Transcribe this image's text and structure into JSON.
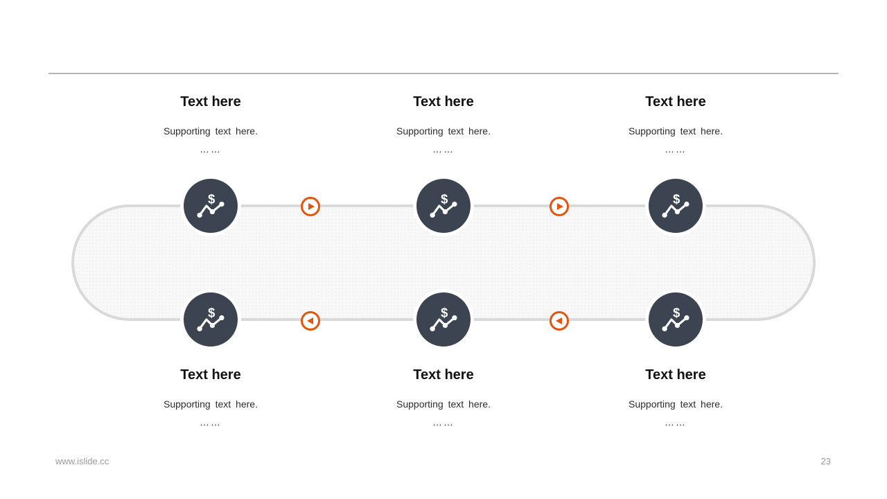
{
  "slide": {
    "top_items": [
      {
        "title": "Text here",
        "supporting": "Supporting text here.",
        "ellipsis": "……"
      },
      {
        "title": "Text here",
        "supporting": "Supporting text here.",
        "ellipsis": "……"
      },
      {
        "title": "Text here",
        "supporting": "Supporting text here.",
        "ellipsis": "……"
      }
    ],
    "bottom_items": [
      {
        "title": "Text here",
        "supporting": "Supporting text here.",
        "ellipsis": "……"
      },
      {
        "title": "Text here",
        "supporting": "Supporting text here.",
        "ellipsis": "……"
      },
      {
        "title": "Text here",
        "supporting": "Supporting text here.",
        "ellipsis": "……"
      }
    ],
    "icons": {
      "node": "dollar-trend-chart-icon",
      "dollar_glyph": "$",
      "arrow_forward": "play-right-icon",
      "arrow_backward": "play-left-icon"
    },
    "colors": {
      "accent_orange": "#e4540d",
      "node_dark": "#3b4450",
      "track_border": "#d9d9d9",
      "track_fill": "#f8f8f8",
      "divider": "#b3b3b3",
      "footer_text": "#9a9a9a"
    },
    "footer": {
      "website": "www.islide.cc",
      "page_number": "23"
    }
  }
}
